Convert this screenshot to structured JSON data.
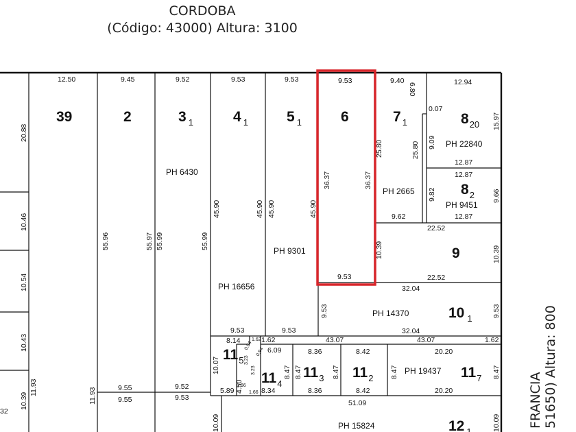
{
  "header": {
    "street_name": "CORDOBA",
    "street_detail": "(Código: 43000) Altura: 3100"
  },
  "side_street": {
    "line1": "FRANCIA",
    "line2": "51650) Altura: 800"
  },
  "highlight_color": "#d9262b",
  "lots": {
    "l39": "39",
    "l2": "2",
    "l3": "3",
    "l3s": "1",
    "l4": "4",
    "l4s": "1",
    "l5": "5",
    "l5s": "1",
    "l6": "6",
    "l7": "7",
    "l7s": "1",
    "l8a": "8",
    "l8as": "20",
    "l8b": "8",
    "l8bs": "2",
    "l9": "9",
    "l10": "10",
    "l10s": "1",
    "l11a": "11",
    "l11as": "5",
    "l11b": "11",
    "l11bs": "4",
    "l11c": "11",
    "l11cs": "3",
    "l11d": "11",
    "l11ds": "2",
    "l11e": "11",
    "l11es": "7",
    "l12": "12",
    "l12s": "1"
  },
  "ph": {
    "p6430": "PH 6430",
    "p16656": "PH 16656",
    "p9301": "PH 9301",
    "p2665": "PH 2665",
    "p22840": "PH 22840",
    "p9451": "PH 9451",
    "p14370": "PH 14370",
    "p19437": "PH 19437",
    "p15824": "PH 15824"
  },
  "dims": {
    "top_39": "12.50",
    "top_2": "9.45",
    "top_3": "9.52",
    "top_4": "9.53",
    "top_5": "9.53",
    "top_6": "9.53",
    "top_7": "9.40",
    "top_8": "12.94",
    "d680": "6.80",
    "d007": "0.07",
    "d909": "9.09",
    "d1597": "15.97",
    "d2580": "25.80",
    "d2580b": "25.80",
    "d1287a": "12.87",
    "d1287b": "12.87",
    "d1287c": "12.87",
    "d982": "9.82",
    "d966": "9.66",
    "d962": "9.62",
    "d2252a": "22.52",
    "d2252b": "22.52",
    "d1039": "10.39",
    "d1059": "10.39",
    "d953_6b": "9.53",
    "d3204a": "32.04",
    "d3204b": "32.04",
    "d953_10l": "9.53",
    "d953_10r": "9.53",
    "d3637l": "36.37",
    "d3637r": "36.37",
    "d5596": "55.96",
    "d5597": "55.97",
    "d5599": "55.99",
    "d5599b": "55.99",
    "d4590a": "45.90",
    "d4590b": "45.90",
    "d4590c": "45.90",
    "d4590d": "45.90",
    "d953_4b": "9.53",
    "d953_5b": "9.53",
    "d2088": "20.88",
    "d1046": "10.46",
    "d1054": "10.54",
    "d1043": "10.43",
    "d1039l": "10.39",
    "d1193a": "11.93",
    "d1193b": "11.93",
    "d955a": "9.55",
    "d955b": "9.55",
    "d952": "9.52",
    "d953c": "9.53",
    "d32": "32",
    "d814": "8.14",
    "d162a": "1.62",
    "d162b": "1.62",
    "d162c": "1.62",
    "d4307a": "43.07",
    "d4307b": "43.07",
    "d609": "6.09",
    "d836a": "8.36",
    "d836b": "8.36",
    "d842a": "8.42",
    "d842b": "8.42",
    "d2020a": "20.20",
    "d2020b": "20.20",
    "d1007": "10.07",
    "d589": "5.89",
    "d450": "4.50",
    "d834": "8.34",
    "d847a": "8.47",
    "d847b": "8.47",
    "d847c": "8.47",
    "d847d": "8.47",
    "d847e": "8.47",
    "d166a": "1.66",
    "d166b": "1.66",
    "d323a": "3.23",
    "d323b": "3.23",
    "d094a": "0.94",
    "d094b": "0.94",
    "d5109": "51.09",
    "d1009a": "10.09",
    "d1009b": "10.09"
  }
}
